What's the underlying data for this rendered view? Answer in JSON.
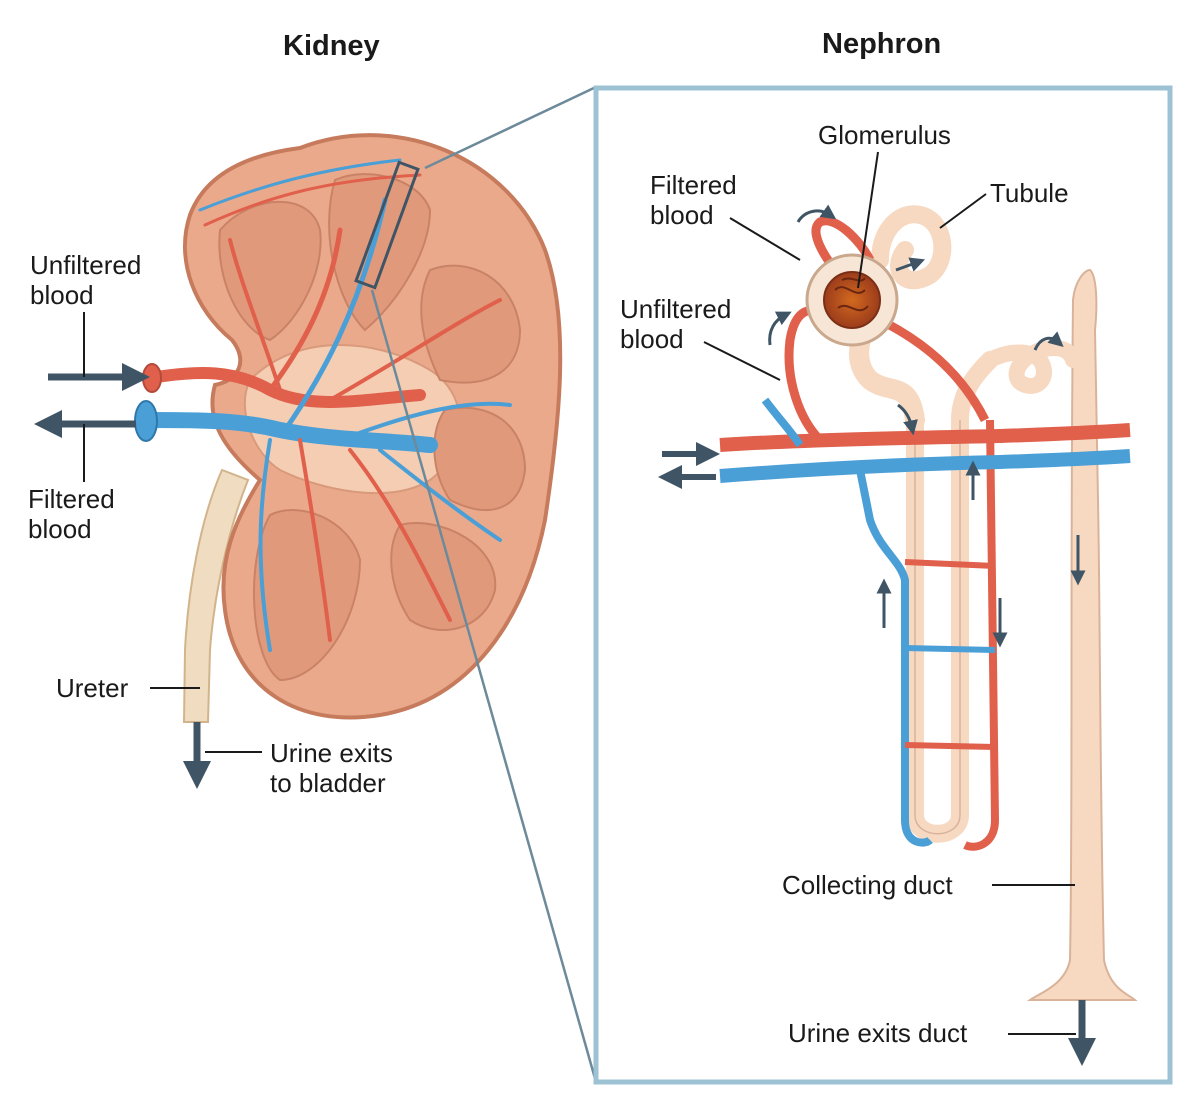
{
  "titles": {
    "kidney": "Kidney",
    "nephron": "Nephron"
  },
  "kidney_labels": {
    "unfiltered_blood": [
      "Unfiltered",
      "blood"
    ],
    "filtered_blood": [
      "Filtered",
      "blood"
    ],
    "ureter": "Ureter",
    "urine_exits": [
      "Urine exits",
      "to bladder"
    ]
  },
  "nephron_labels": {
    "glomerulus": "Glomerulus",
    "tubule": "Tubule",
    "filtered_blood": [
      "Filtered",
      "blood"
    ],
    "unfiltered_blood": [
      "Unfiltered",
      "blood"
    ],
    "collecting_duct": "Collecting duct",
    "urine_exits_duct": "Urine exits duct"
  },
  "colors": {
    "artery": "#e0604c",
    "vein": "#4a9fd6",
    "kidney_tissue": "#eba98b",
    "kidney_outline": "#c77b5d",
    "tubule": "#f7d9c2",
    "ureter": "#f0dcc0",
    "arrow": "#3f5566",
    "frame": "#9cc2d4"
  }
}
